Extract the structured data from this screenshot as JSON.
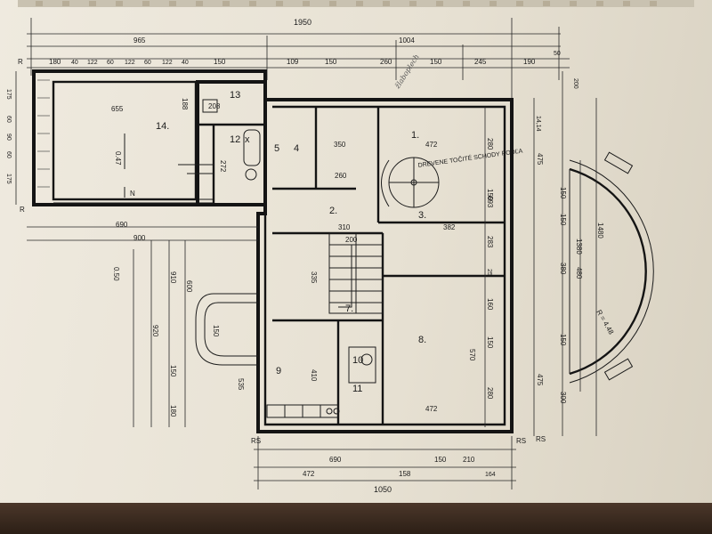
{
  "dims_top": [
    "1950",
    "1004",
    "965",
    "180",
    "40",
    "122",
    "60",
    "122",
    "60",
    "122",
    "40",
    "150",
    "109",
    "150",
    "260",
    "150",
    "245",
    "190",
    "50"
  ],
  "dims_bottom": [
    "690",
    "472",
    "158",
    "150",
    "210",
    "164",
    "1050"
  ],
  "dims_left": [
    "175",
    "60",
    "90",
    "60",
    "175",
    "920",
    "910",
    "900",
    "600",
    "150",
    "180",
    "535",
    "150",
    "690"
  ],
  "dims_right": [
    "200",
    "14,14",
    "475",
    "150",
    "150",
    "380",
    "150",
    "475",
    "300",
    "1380",
    "480",
    "1480",
    "693",
    "280",
    "150",
    "283",
    "25",
    "160",
    "150",
    "570",
    "280"
  ],
  "rooms": [
    "1.",
    "2.",
    "3.",
    "7.",
    "8.",
    "9",
    "10",
    "11",
    "12",
    "13",
    "14.",
    "4",
    "5"
  ],
  "areas": [
    "655",
    "0.47",
    "0.50",
    "350",
    "472",
    "382",
    "310",
    "335",
    "410",
    "472",
    "260",
    "200",
    "272",
    "188",
    "208"
  ],
  "labels": [
    "R",
    "R",
    "N",
    "RS",
    "RS",
    "RS",
    "R = 4.48",
    "x"
  ],
  "handnote": "žlaboplech",
  "stair_note": "DREVENE TOČITÉ SCHODY PODĽA"
}
